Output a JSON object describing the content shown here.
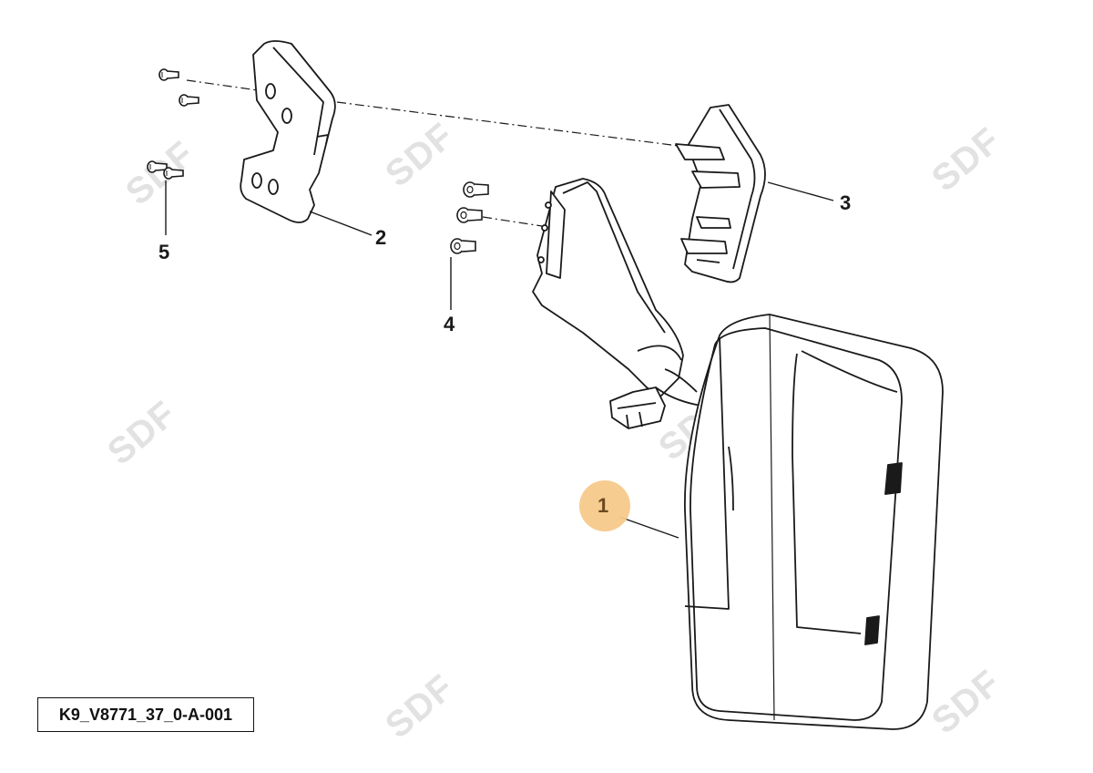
{
  "diagram": {
    "callouts": [
      {
        "id": "1",
        "label": "1"
      },
      {
        "id": "2",
        "label": "2"
      },
      {
        "id": "3",
        "label": "3"
      },
      {
        "id": "4",
        "label": "4"
      },
      {
        "id": "5",
        "label": "5"
      }
    ],
    "highlighted_callout": "1",
    "reference_code": "K9_V8771_37_0-A-001",
    "watermark_text": "SDF",
    "colors": {
      "line": "#1a1a1a",
      "highlight": "#f5c98a",
      "watermark": "#e2e2e2"
    }
  }
}
